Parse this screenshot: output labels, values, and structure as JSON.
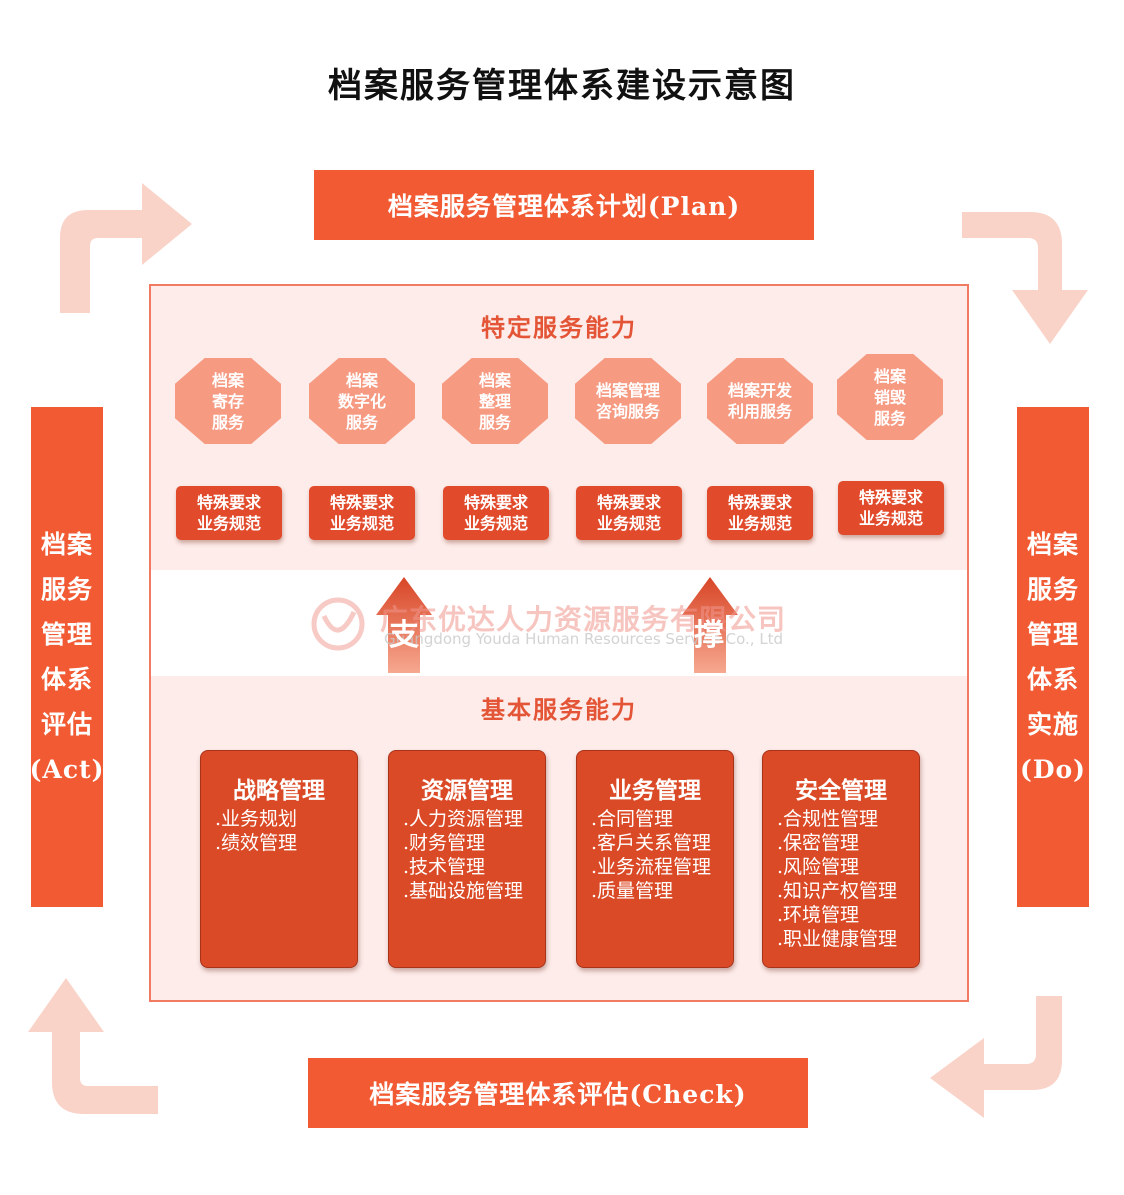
{
  "title": "档案服务管理体系建设示意图",
  "plan": "档案服务管理体系计划(Plan)",
  "check": "档案服务管理体系评估(Check)",
  "act": [
    "档案",
    "服务",
    "管理",
    "体系",
    "评估",
    "(Act)"
  ],
  "do": [
    "档案",
    "服务",
    "管理",
    "体系",
    "实施",
    "(Do)"
  ],
  "specific": {
    "title": "特定服务能力",
    "services": [
      "档案\n寄存\n服务",
      "档案\n数字化\n服务",
      "档案\n整理\n服务",
      "档案管理\n咨询服务",
      "档案开发\n利用服务",
      "档案\n销毁\n服务"
    ],
    "spec_label": "特殊要求\n业务规范"
  },
  "support": [
    "支",
    "撑"
  ],
  "watermark": {
    "cn": "广东优达人力资源服务有限公司",
    "en": "Guangdong Youda Human Resources Service Co., Ltd"
  },
  "basic": {
    "title": "基本服务能力",
    "cards": [
      {
        "title": "战略管理",
        "items": [
          ".业务规划",
          ".绩效管理"
        ]
      },
      {
        "title": "资源管理",
        "items": [
          ".人力资源管理",
          ".财务管理",
          ".技术管理",
          ".基础设施管理"
        ]
      },
      {
        "title": "业务管理",
        "items": [
          ".合同管理",
          ".客戶关系管理",
          ".业务流程管理",
          ".质量管理"
        ]
      },
      {
        "title": "安全管理",
        "items": [
          ".合规性管理",
          ".保密管理",
          ".风险管理",
          ".知识产权管理",
          ".环境管理",
          ".职业健康管理"
        ]
      }
    ]
  },
  "colors": {
    "accent": "#f15a33",
    "dark": "#db4a26",
    "light": "#fdecea",
    "arrow": "#fad3c8"
  }
}
